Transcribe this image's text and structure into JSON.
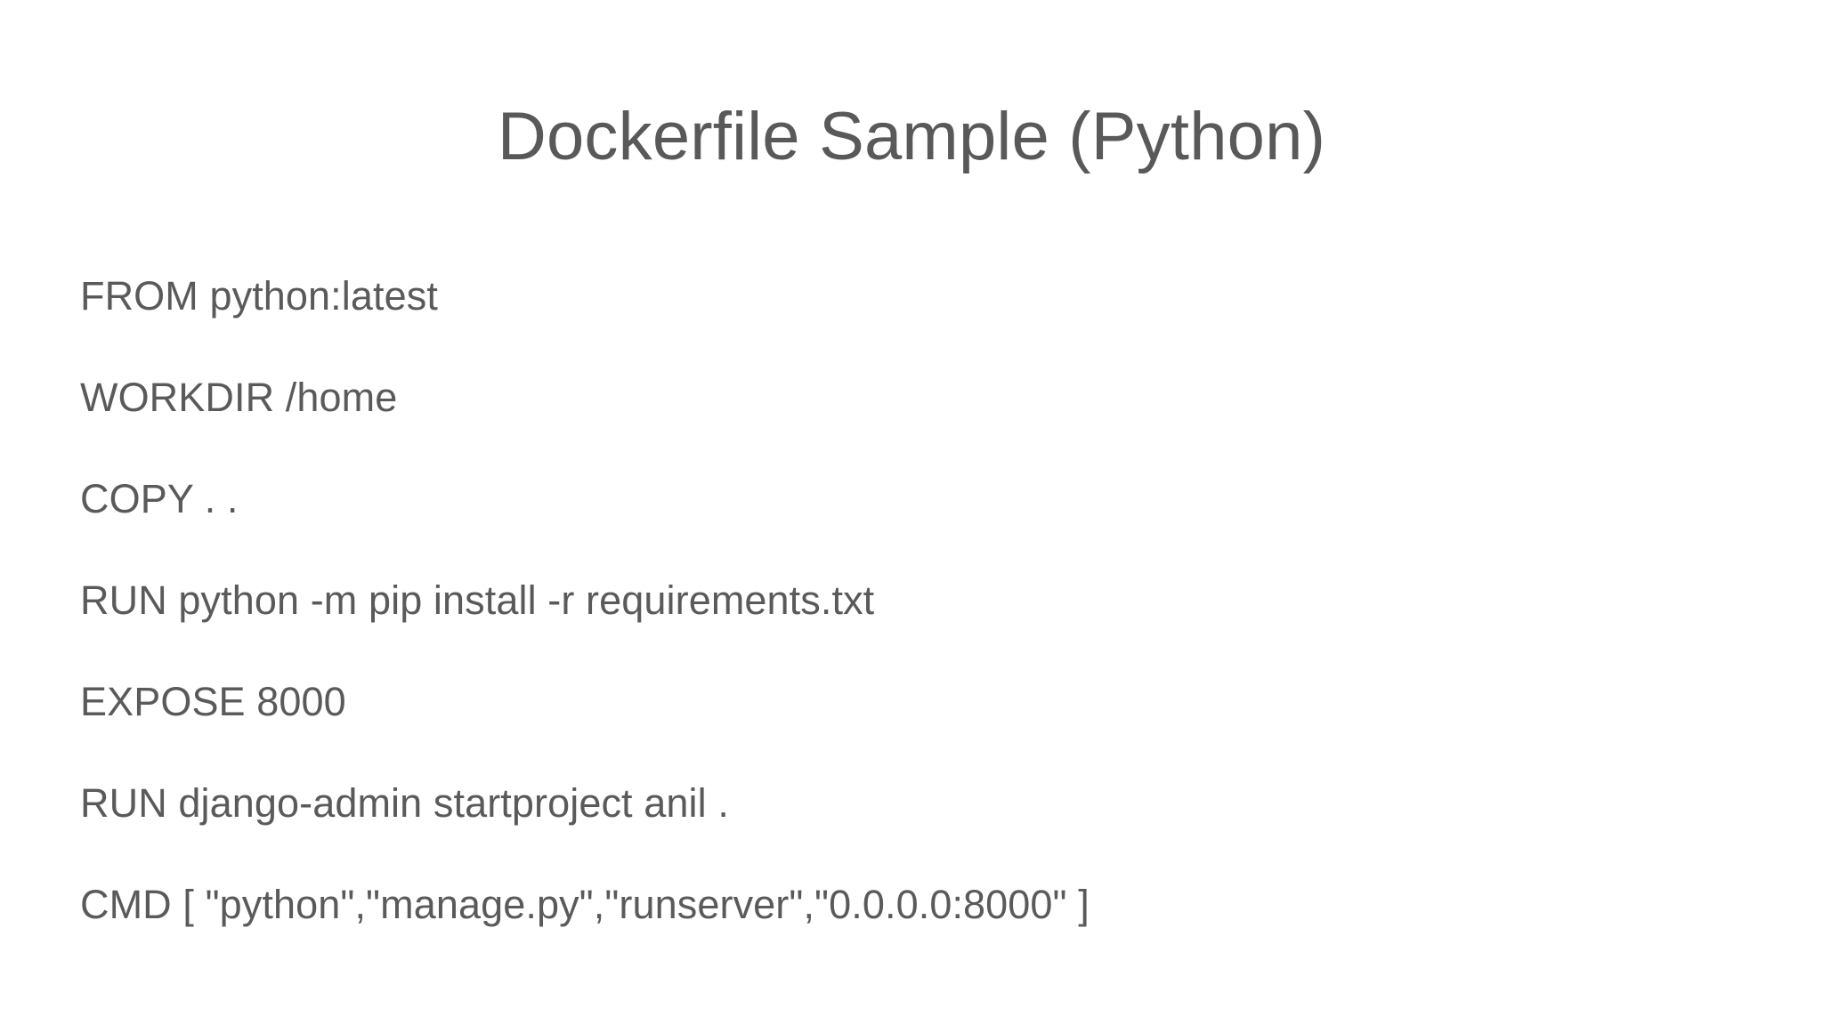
{
  "slide": {
    "background_color": "#ffffff",
    "text_color": "#595959",
    "title": "Dockerfile Sample (Python)",
    "lines": [
      {
        "text": "FROM python:latest"
      },
      {
        "text": "WORKDIR /home"
      },
      {
        "text": "COPY . ."
      },
      {
        "text": "RUN python -m pip install -r requirements.txt"
      },
      {
        "text": "EXPOSE 8000"
      },
      {
        "text": "RUN django-admin startproject anil ."
      },
      {
        "text": "CMD [ \"python\",\"manage.py\",\"runserver\",\"0.0.0.0:8000\" ]"
      }
    ]
  }
}
